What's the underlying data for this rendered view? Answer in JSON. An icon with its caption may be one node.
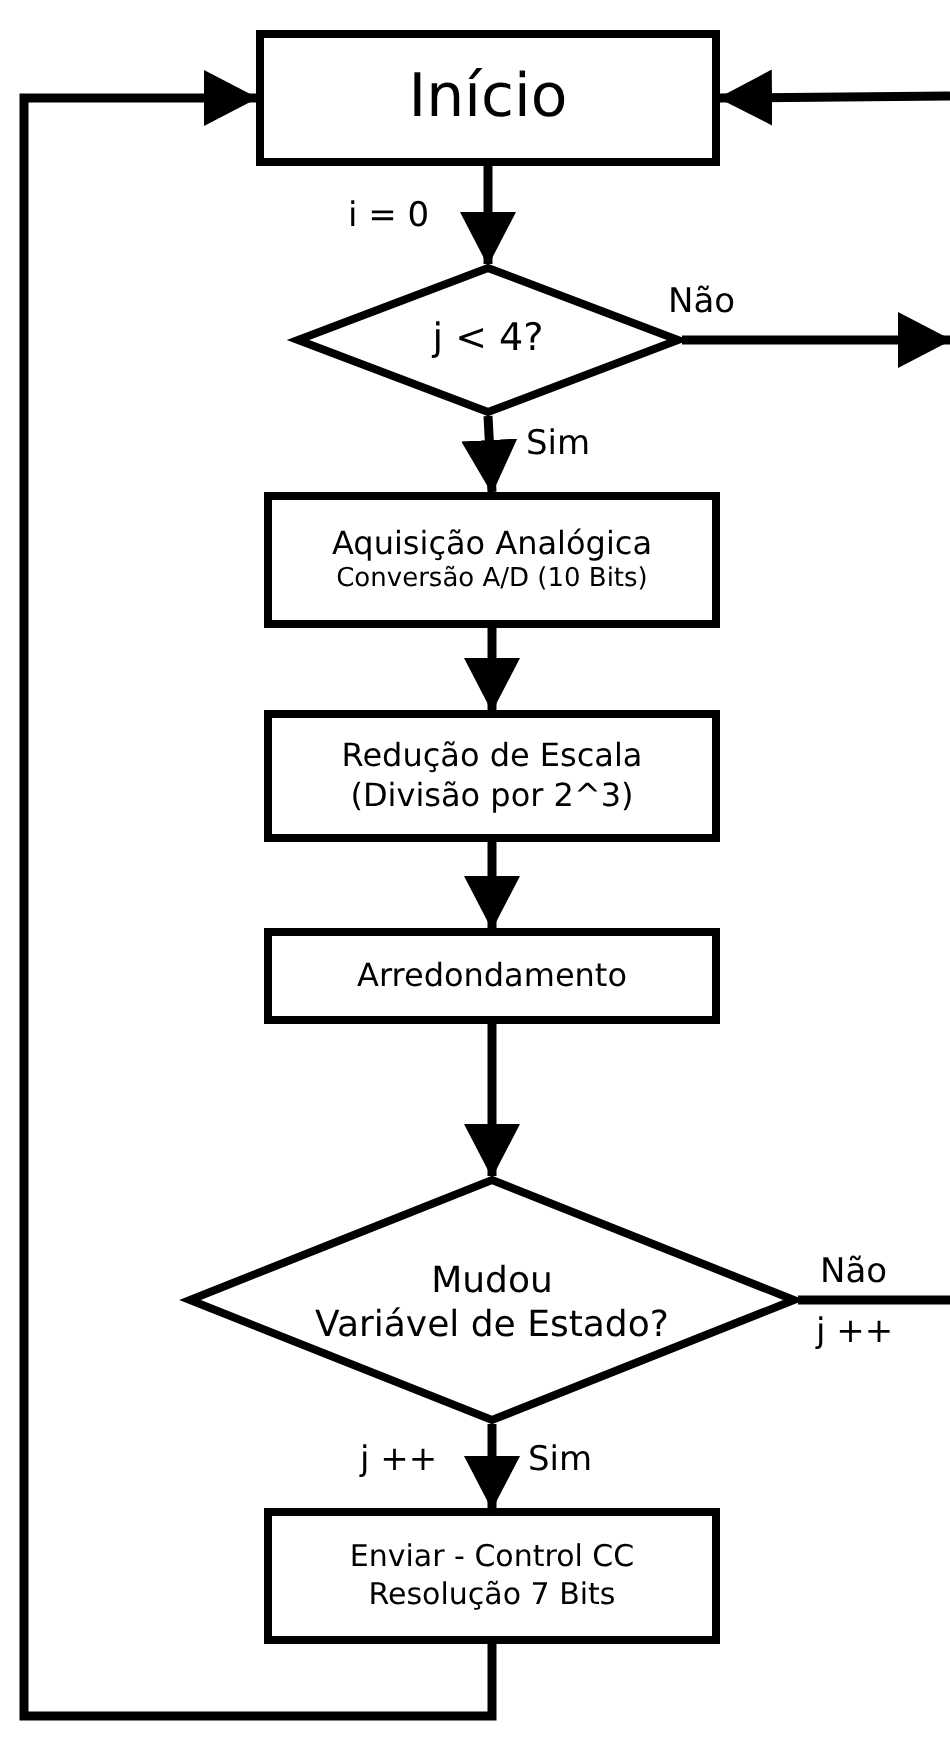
{
  "diagram": {
    "nodes": [
      {
        "text": [
          "Início"
        ]
      },
      {
        "text": [
          "j < 4?"
        ]
      },
      {
        "text": [
          "Aquisição Analógica",
          "Conversão A/D (10 Bits)"
        ]
      },
      {
        "text": [
          "Redução de Escala",
          "(Divisão por 2^3)"
        ]
      },
      {
        "text": [
          "Arredondamento"
        ]
      },
      {
        "text": [
          "Mudou",
          "Variável de Estado?"
        ]
      },
      {
        "text": [
          "Enviar - Control CC",
          "Resolução 7 Bits"
        ]
      }
    ],
    "edges": [
      {
        "from": 0,
        "to": 1,
        "arrow": "to",
        "label": "i = 0"
      },
      {
        "from": 1,
        "to": 2,
        "arrow": "to",
        "label": "Sim"
      },
      {
        "from": 1,
        "to": null,
        "arrow": "to",
        "label": "Não"
      },
      {
        "from": 2,
        "to": 3,
        "arrow": "to"
      },
      {
        "from": 3,
        "to": 4,
        "arrow": "to"
      },
      {
        "from": 4,
        "to": 5,
        "arrow": "to"
      },
      {
        "from": 5,
        "to": 6,
        "arrow": "to",
        "label": "Sim"
      },
      {
        "from": 5,
        "to": null,
        "arrow": "none",
        "label": "Não"
      },
      {
        "from": 6,
        "to": 0,
        "arrow": "to"
      },
      {
        "from": null,
        "to": 0,
        "arrow": "to"
      }
    ],
    "labels": [
      "j ++",
      "j ++"
    ]
  }
}
